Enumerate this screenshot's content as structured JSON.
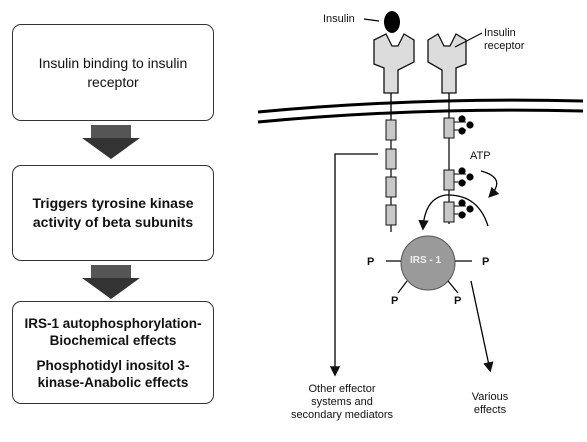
{
  "flow": {
    "step1": [
      "Insulin binding to insulin",
      "receptor"
    ],
    "step2": [
      "Triggers tyrosine kinase",
      "activity of beta subunits"
    ],
    "step3a": [
      "IRS-1 autophosphorylation-",
      "Biochemical effects"
    ],
    "step3b": [
      "Phosphotidyl inositol 3-",
      "kinase-Anabolic effects"
    ]
  },
  "pathway": {
    "insulin_label": "Insulin",
    "receptor_label": [
      "Insulin",
      "receptor"
    ],
    "atp_label": "ATP",
    "irs_label": "IRS - 1",
    "phosphate_label": "P",
    "other_effectors": [
      "Other effector",
      "systems and",
      "secondary mediators"
    ],
    "various_effects": [
      "Various",
      "effects"
    ]
  },
  "colors": {
    "receptor_fill": "#dcdcdc",
    "irs_fill": "#9a9a9a",
    "arrow_fill": "#444444",
    "insulin_fill": "#000000"
  }
}
